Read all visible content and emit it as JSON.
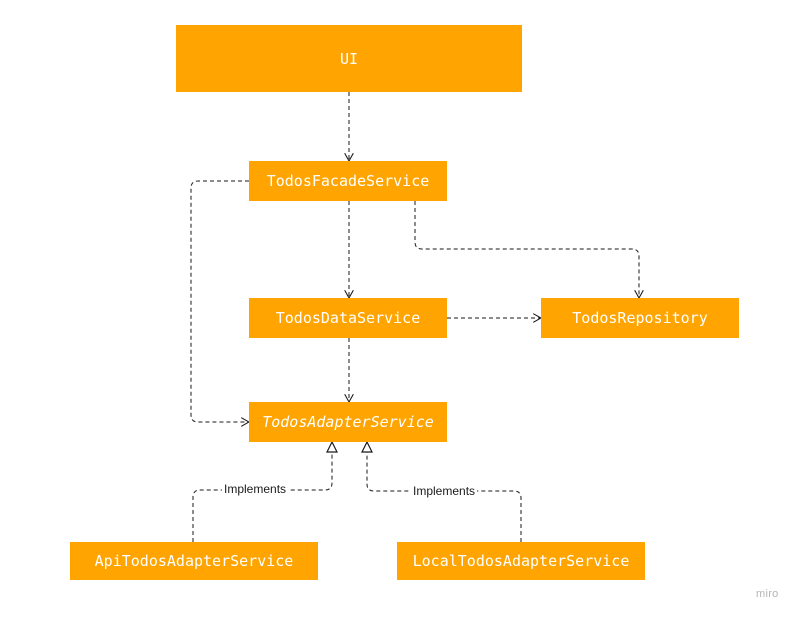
{
  "nodes": {
    "ui": "UI",
    "facade": "TodosFacadeService",
    "data_service": "TodosDataService",
    "repository": "TodosRepository",
    "adapter": "TodosAdapterService",
    "api_adapter": "ApiTodosAdapterService",
    "local_adapter": "LocalTodosAdapterService"
  },
  "edge_labels": {
    "implements_api": "Implements",
    "implements_local": "Implements"
  },
  "watermark": "miro",
  "colors": {
    "node_fill": "#FFA400",
    "node_text": "#ffffff",
    "edge": "#1a1a1a"
  }
}
